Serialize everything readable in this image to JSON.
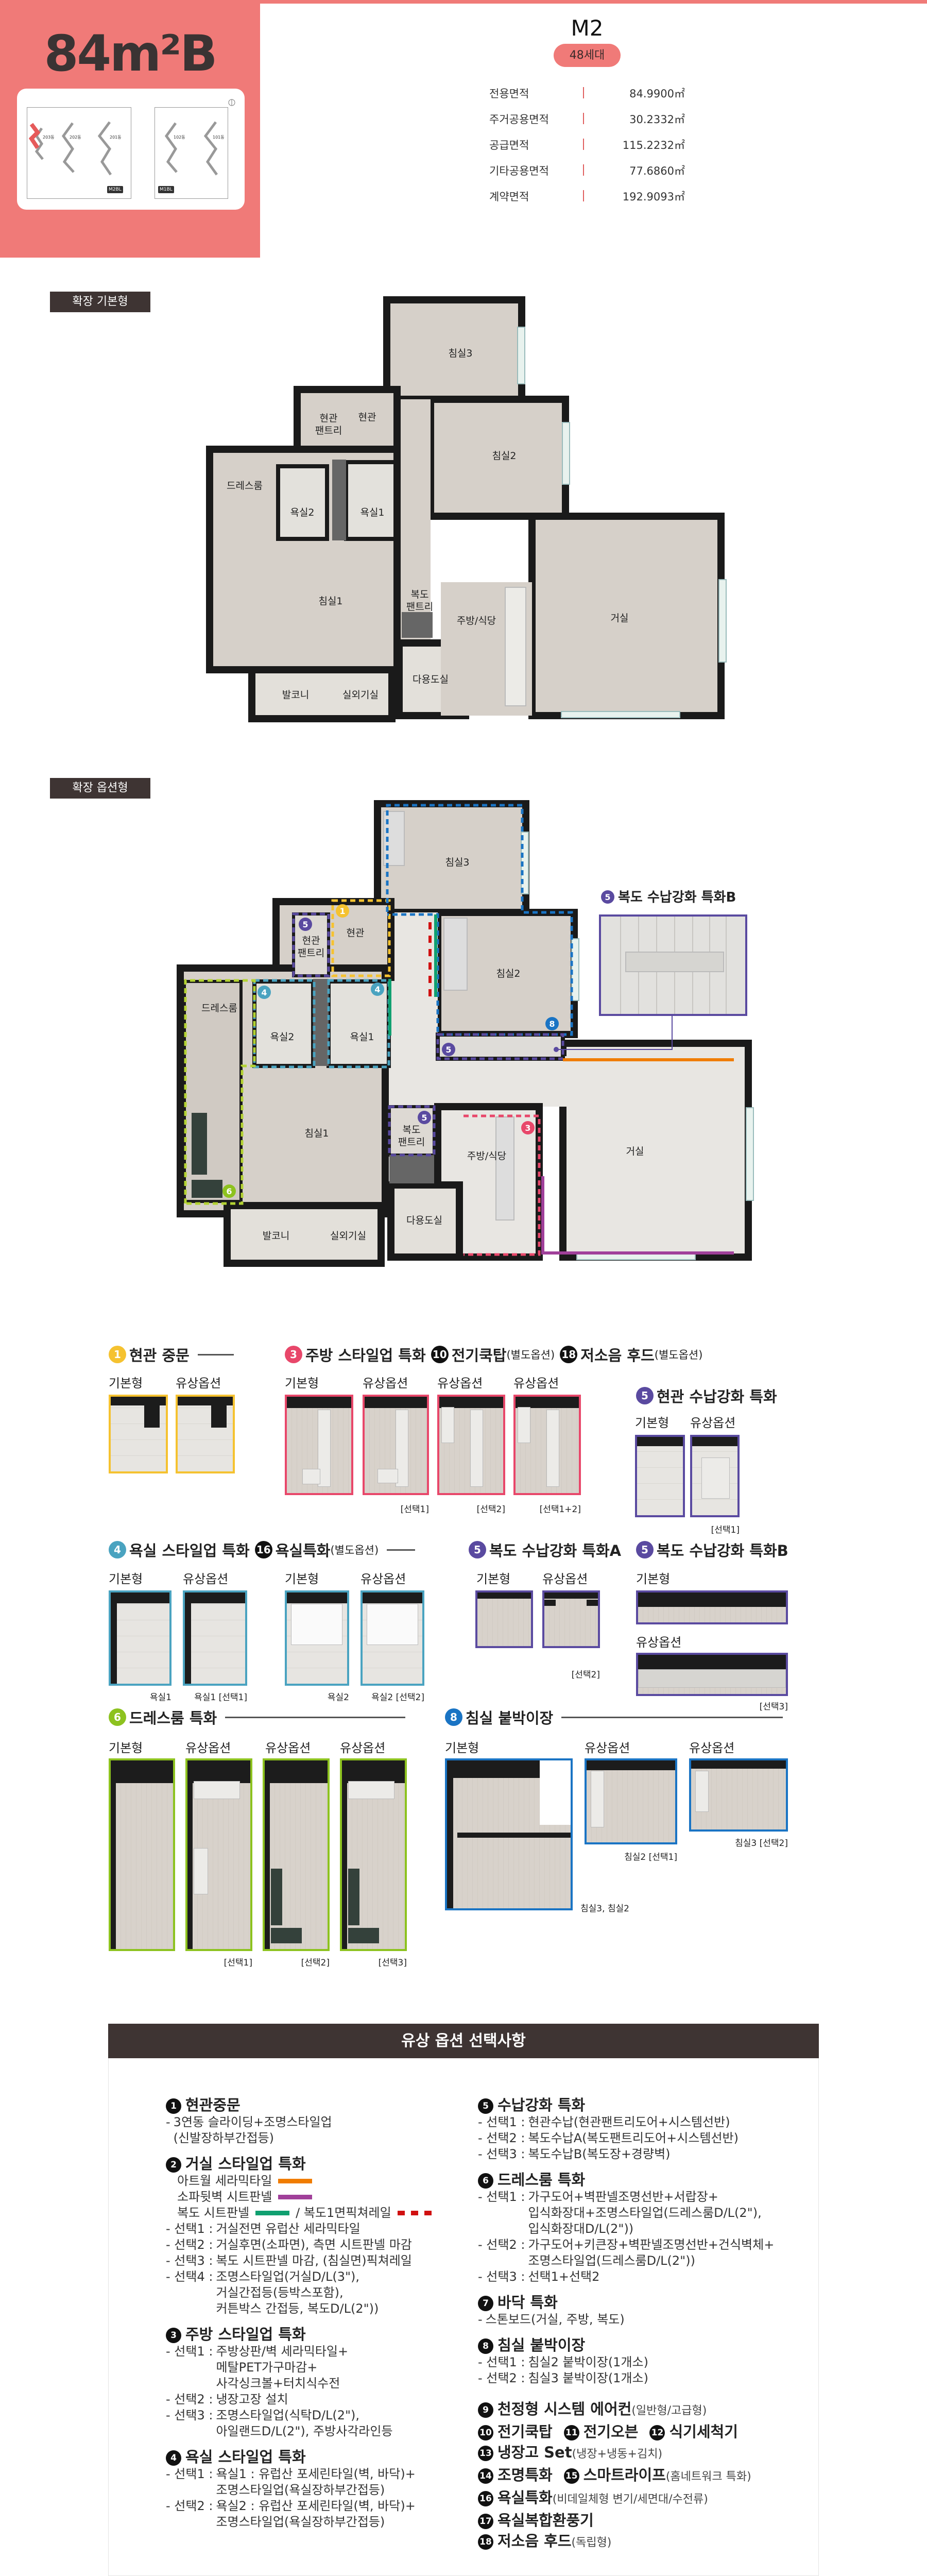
{
  "header": {
    "type_title": "84m²B",
    "block": "M2",
    "households": "48세대",
    "areas": [
      {
        "label": "전용면적",
        "value": "84.9900㎡"
      },
      {
        "label": "주거공용면적",
        "value": "30.2332㎡"
      },
      {
        "label": "공급면적",
        "value": "115.2232㎡"
      },
      {
        "label": "기타공용면적",
        "value": "77.6860㎡"
      },
      {
        "label": "계약면적",
        "value": "192.9093㎡"
      }
    ],
    "site_map": {
      "buildings": [
        "203동",
        "202동",
        "201동",
        "102동",
        "101동"
      ],
      "blocks": [
        "M2BL",
        "M1BL"
      ]
    }
  },
  "colors": {
    "brand": "#f07a78",
    "dark": "#3e3433",
    "yellow": "#f5c230",
    "pink": "#e8476a",
    "purple": "#5a4aa0",
    "teal": "#4aa3c0",
    "green": "#8dc21f",
    "blue": "#1a74c4",
    "orange": "#f07c00",
    "magenta": "#a0409a",
    "corridor_green": "#10a070",
    "red": "#d01010"
  },
  "sections": {
    "basic": "확장 기본형",
    "option": "확장 옵션형"
  },
  "rooms": {
    "bed3": "침실3",
    "bed2": "침실2",
    "bed1": "침실1",
    "entry": "현관",
    "entry_pantry_1": "현관",
    "entry_pantry_2": "팬트리",
    "dress": "드레스룸",
    "bath2": "욕실2",
    "bath1": "욕실1",
    "hall_pantry_1": "복도",
    "hall_pantry_2": "팬트리",
    "kitchen": "주방/식당",
    "living": "거실",
    "utility": "다용도실",
    "balcony": "발코니",
    "ac_room": "실외기실"
  },
  "plan_markers": [
    "1",
    "5",
    "4",
    "4",
    "8",
    "5",
    "5",
    "3",
    "6"
  ],
  "inset": {
    "num": "5",
    "title": "복도 수납강화 특화B"
  },
  "options": {
    "basic": "기본형",
    "paid": "유상옵션",
    "entry_door": {
      "num": "1",
      "title": "현관 중문"
    },
    "kitchen": {
      "num": "3",
      "title": "주방 스타일업 특화",
      "cooktop_num": "10",
      "cooktop": "전기쿡탑",
      "cooktop_sub": "(별도옵션)",
      "hood_num": "18",
      "hood": "저소음 후드",
      "hood_sub": "(별도옵션)",
      "captions": [
        "[선택1]",
        "[선택2]",
        "[선택1+2]"
      ]
    },
    "entry_storage": {
      "num": "5",
      "title": "현관 수납강화 특화",
      "caption": "[선택1]"
    },
    "bath": {
      "num": "4",
      "title": "욕실 스타일업 특화",
      "extra_num": "16",
      "extra": "욕실특화",
      "extra_sub": "(별도옵션)",
      "captions": [
        "욕실1",
        "욕실1 [선택1]",
        "욕실2",
        "욕실2 [선택2]"
      ]
    },
    "hall_a": {
      "num": "5",
      "title": "복도 수납강화 특화A",
      "caption": "[선택2]"
    },
    "hall_b": {
      "num": "5",
      "title": "복도 수납강화 특화B",
      "caption": "[선택3]"
    },
    "dress": {
      "num": "6",
      "title": "드레스룸 특화",
      "captions": [
        "[선택1]",
        "[선택2]",
        "[선택3]"
      ]
    },
    "closet": {
      "num": "8",
      "title": "침실 붙박이장",
      "captions": [
        "침실3, 침실2",
        "침실2 [선택1]",
        "침실3 [선택2]"
      ]
    }
  },
  "paid_options": {
    "title": "유상 옵션 선택사항",
    "left": [
      {
        "num": "1",
        "title": "현관중문",
        "rows": [
          {
            "prefix": "-",
            "text": [
              "3연동 슬라이딩+조명스타일업",
              "(신발장하부간접등)"
            ]
          }
        ]
      },
      {
        "num": "2",
        "title": "거실 스타일업 특화",
        "legend": [
          {
            "label": "아트월 세라믹타일",
            "color": "#f07c00"
          },
          {
            "label": "소파뒷벽 시트판넬",
            "color": "#a0409a"
          },
          {
            "label": "복도 시트판넬",
            "color": "#10a070",
            "extra_label": "/ 복도1면픽쳐레일",
            "extra_color": "#d01010"
          }
        ],
        "rows": [
          {
            "prefix": "- 선택1 :",
            "text": [
              "거실전면 유럽산 세라믹타일"
            ]
          },
          {
            "prefix": "- 선택2 :",
            "text": [
              "거실후면(소파면), 측면 시트판넬 마감"
            ]
          },
          {
            "prefix": "- 선택3 :",
            "text": [
              "복도 시트판넬 마감, (침실면)픽쳐레일"
            ]
          },
          {
            "prefix": "- 선택4 :",
            "text": [
              "조명스타일업(거실D/L(3\"),",
              "거실간접등(등박스포함),",
              "커튼박스 간접등, 복도D/L(2\"))"
            ]
          }
        ]
      },
      {
        "num": "3",
        "title": "주방 스타일업 특화",
        "rows": [
          {
            "prefix": "- 선택1 :",
            "text": [
              "주방상판/벽 세라믹타일+",
              "메탈PET가구마감+",
              "사각싱크볼+터치식수전"
            ]
          },
          {
            "prefix": "- 선택2 :",
            "text": [
              "냉장고장 설치"
            ]
          },
          {
            "prefix": "- 선택3 :",
            "text": [
              "조명스타일업(식탁D/L(2\"),",
              "아일랜드D/L(2\"), 주방사각라인등"
            ]
          }
        ]
      },
      {
        "num": "4",
        "title": "욕실 스타일업 특화",
        "rows": [
          {
            "prefix": "- 선택1 :",
            "text": [
              "욕실1 : 유럽산 포세린타일(벽, 바닥)+",
              "조명스타일업(욕실장하부간접등)"
            ]
          },
          {
            "prefix": "- 선택2 :",
            "text": [
              "욕실2 : 유럽산 포세린타일(벽, 바닥)+",
              "조명스타일업(욕실장하부간접등)"
            ]
          }
        ]
      }
    ],
    "right": [
      {
        "num": "5",
        "title": "수납강화 특화",
        "rows": [
          {
            "prefix": "- 선택1 :",
            "text": [
              "현관수납(현관팬트리도어+시스템선반)"
            ]
          },
          {
            "prefix": "- 선택2 :",
            "text": [
              "복도수납A(복도팬트리도어+시스템선반)"
            ]
          },
          {
            "prefix": "- 선택3 :",
            "text": [
              "복도수납B(복도장+경량벽)"
            ]
          }
        ]
      },
      {
        "num": "6",
        "title": "드레스룸 특화",
        "rows": [
          {
            "prefix": "- 선택1 :",
            "text": [
              "가구도어+벽판넬조명선반+서랍장+",
              "입식화장대+조명스타일업(드레스룸D/L(2\"),",
              "입식화장대D/L(2\"))"
            ]
          },
          {
            "prefix": "- 선택2 :",
            "text": [
              "가구도어+키큰장+벽판넬조명선반+건식벽체+",
              "조명스타일업(드레스룸D/L(2\"))"
            ]
          },
          {
            "prefix": "- 선택3 :",
            "text": [
              "선택1+선택2"
            ]
          }
        ]
      },
      {
        "num": "7",
        "title": "바닥 특화",
        "rows": [
          {
            "prefix": "-",
            "text": [
              "스톤보드(거실, 주방, 복도)"
            ]
          }
        ]
      },
      {
        "num": "8",
        "title": "침실 붙박이장",
        "rows": [
          {
            "prefix": "- 선택1 :",
            "text": [
              "침실2 붙박이장(1개소)"
            ]
          },
          {
            "prefix": "- 선택2 :",
            "text": [
              "침실3 붙박이장(1개소)"
            ]
          }
        ]
      }
    ],
    "extras": [
      [
        {
          "num": "9",
          "title": "천정형 시스템 에어컨",
          "sub": "(일반형/고급형)"
        }
      ],
      [
        {
          "num": "10",
          "title": "전기쿡탑"
        },
        {
          "num": "11",
          "title": "전기오븐"
        },
        {
          "num": "12",
          "title": "식기세척기"
        }
      ],
      [
        {
          "num": "13",
          "title": "냉장고 Set",
          "sub": "(냉장+냉동+김치)"
        }
      ],
      [
        {
          "num": "14",
          "title": "조명특화"
        },
        {
          "num": "15",
          "title": "스마트라이프",
          "sub": "(홈네트워크 특화)"
        }
      ],
      [
        {
          "num": "16",
          "title": "욕실특화",
          "sub": "(비데일체형 변기/세면대/수전류)"
        }
      ],
      [
        {
          "num": "17",
          "title": "욕실복합환풍기"
        }
      ],
      [
        {
          "num": "18",
          "title": "저소음 후드",
          "sub": "(독립형)"
        }
      ]
    ]
  }
}
